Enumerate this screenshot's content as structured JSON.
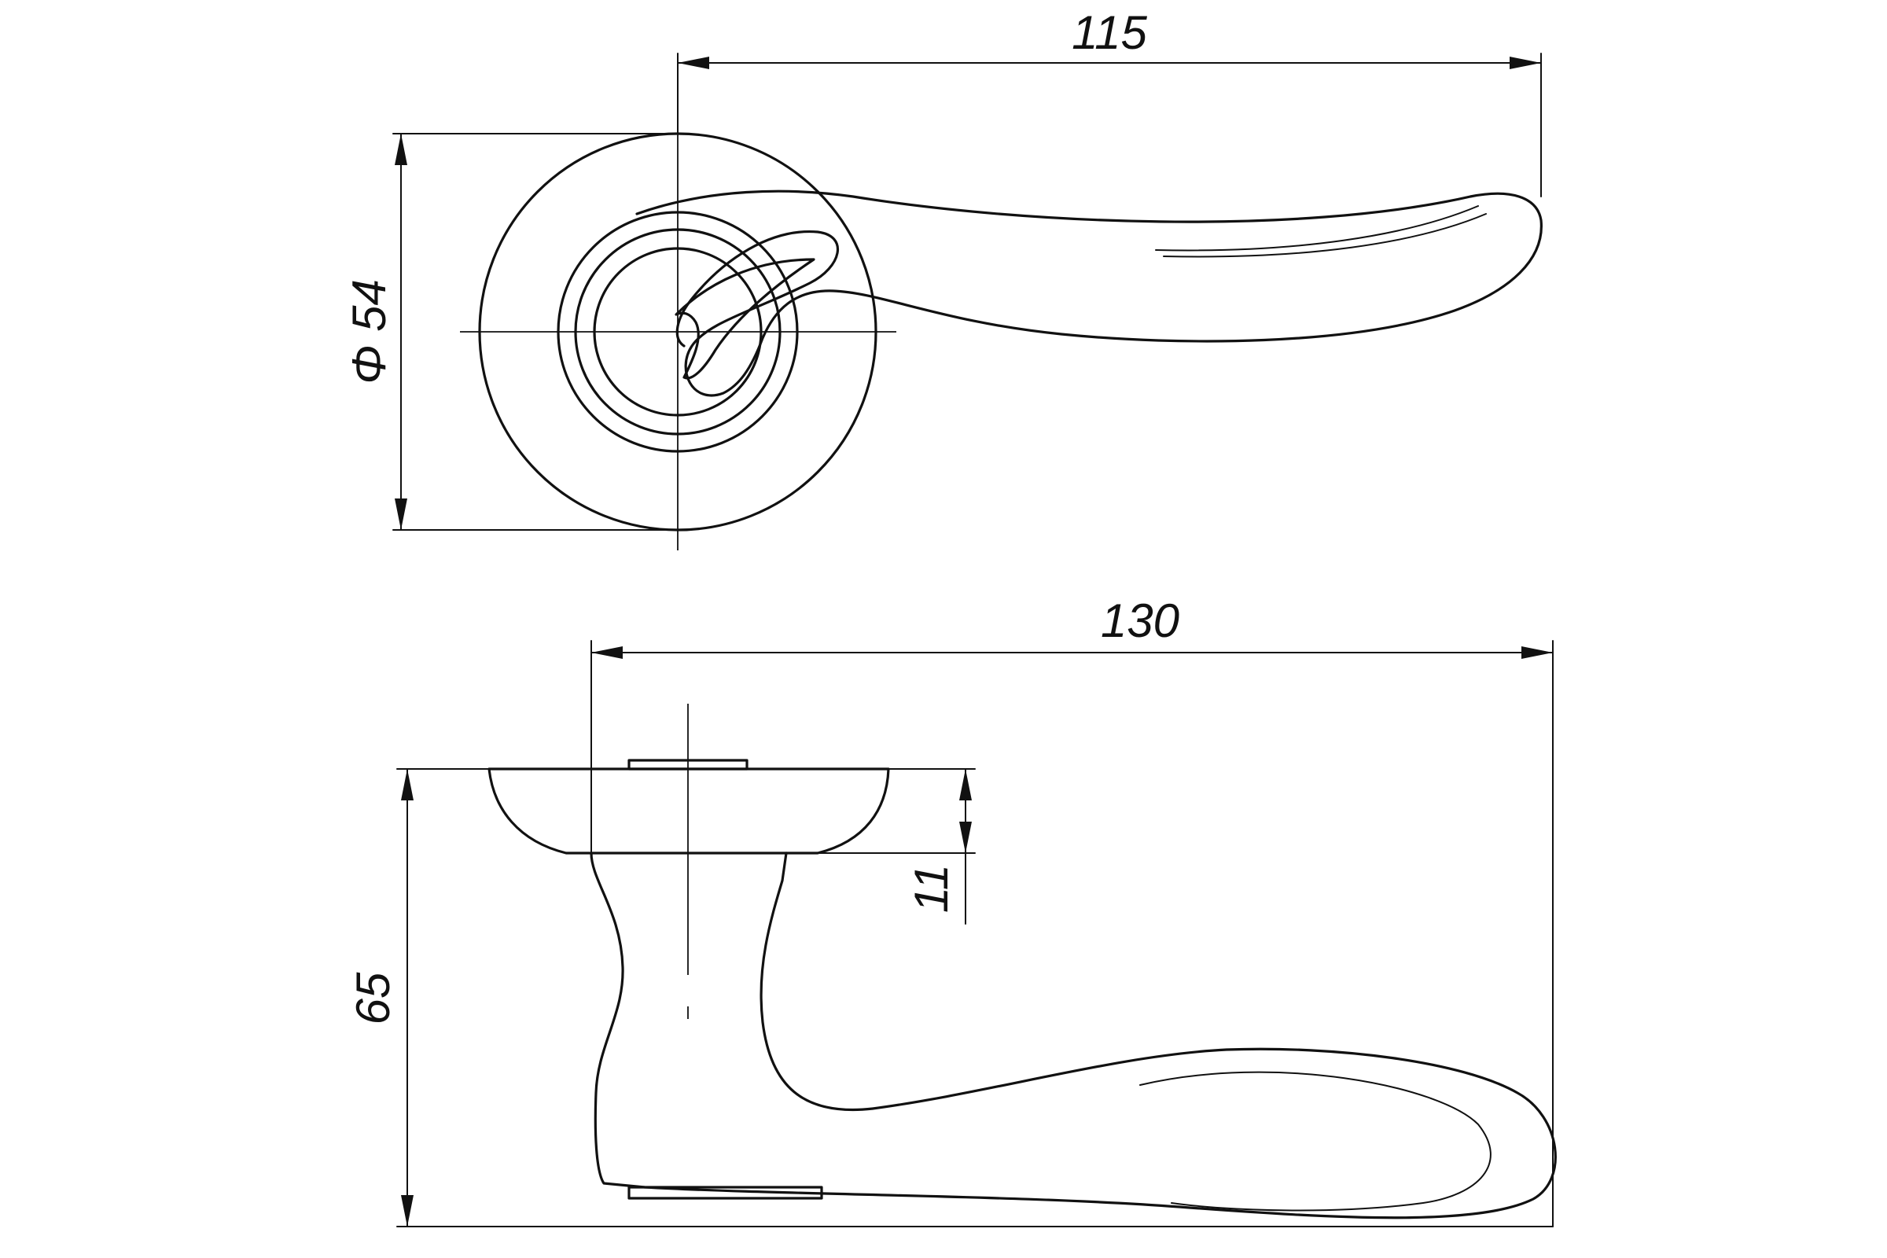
{
  "drawing": {
    "subject": "door-lever-handle",
    "dimensions": {
      "top_length": "115",
      "rosette_diameter": "Φ 54",
      "side_length": "130",
      "rosette_thickness": "11",
      "total_height": "65"
    },
    "colors": {
      "line": "#111111",
      "background": "#ffffff"
    }
  }
}
